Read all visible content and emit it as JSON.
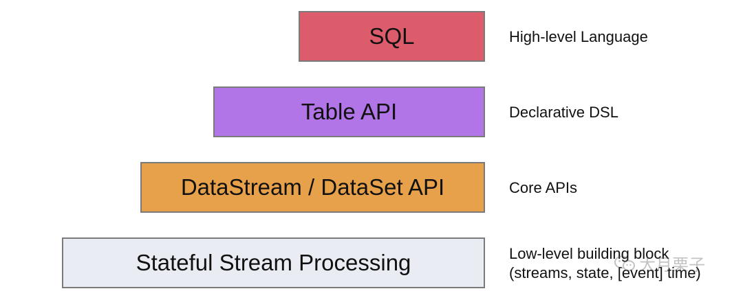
{
  "layers": [
    {
      "label": "SQL",
      "description": "High-level Language",
      "color": "#dc5c6b"
    },
    {
      "label": "Table API",
      "description": "Declarative DSL",
      "color": "#b175e8"
    },
    {
      "label": "DataStream / DataSet API",
      "description": "Core APIs",
      "color": "#e8a14b"
    },
    {
      "label": "Stateful Stream Processing",
      "description_lines": [
        "Low-level building block",
        "(streams, state, [event] time)"
      ],
      "color": "#eaecf4"
    }
  ],
  "watermark": {
    "icon": "wechat-icon",
    "text": "大月栗子"
  }
}
